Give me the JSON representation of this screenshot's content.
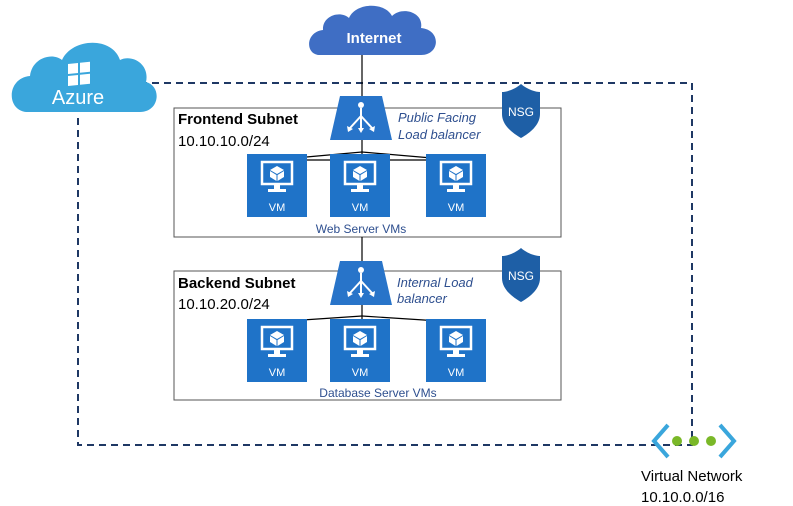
{
  "clouds": {
    "internet": "Internet",
    "azure": "Azure"
  },
  "frontend": {
    "title": "Frontend Subnet",
    "cidr": "10.10.10.0/24",
    "lb_line1": "Public Facing",
    "lb_line2": "Load balancer",
    "nsg": "NSG",
    "vm_label": "VM",
    "vm_group": "Web Server  VMs"
  },
  "backend": {
    "title": "Backend Subnet",
    "cidr": "10.10.20.0/24",
    "lb_line1": "Internal Load",
    "lb_line2": "balancer",
    "nsg": "NSG",
    "vm_label": "VM",
    "vm_group": "Database  Server  VMs"
  },
  "vnet": {
    "name": "Virtual Network",
    "cidr": "10.10.0.0/16"
  },
  "colors": {
    "cloud": "#3f6ec4",
    "azure_cloud": "#3aa6dc",
    "vm_tile": "#1f73c8",
    "lb": "#2874c9",
    "nsg": "#1e5fa6",
    "border": "#555555",
    "dashed": "#1f3864",
    "vnet_green": "#7ab828",
    "vnet_chevron": "#3aa6dc"
  }
}
